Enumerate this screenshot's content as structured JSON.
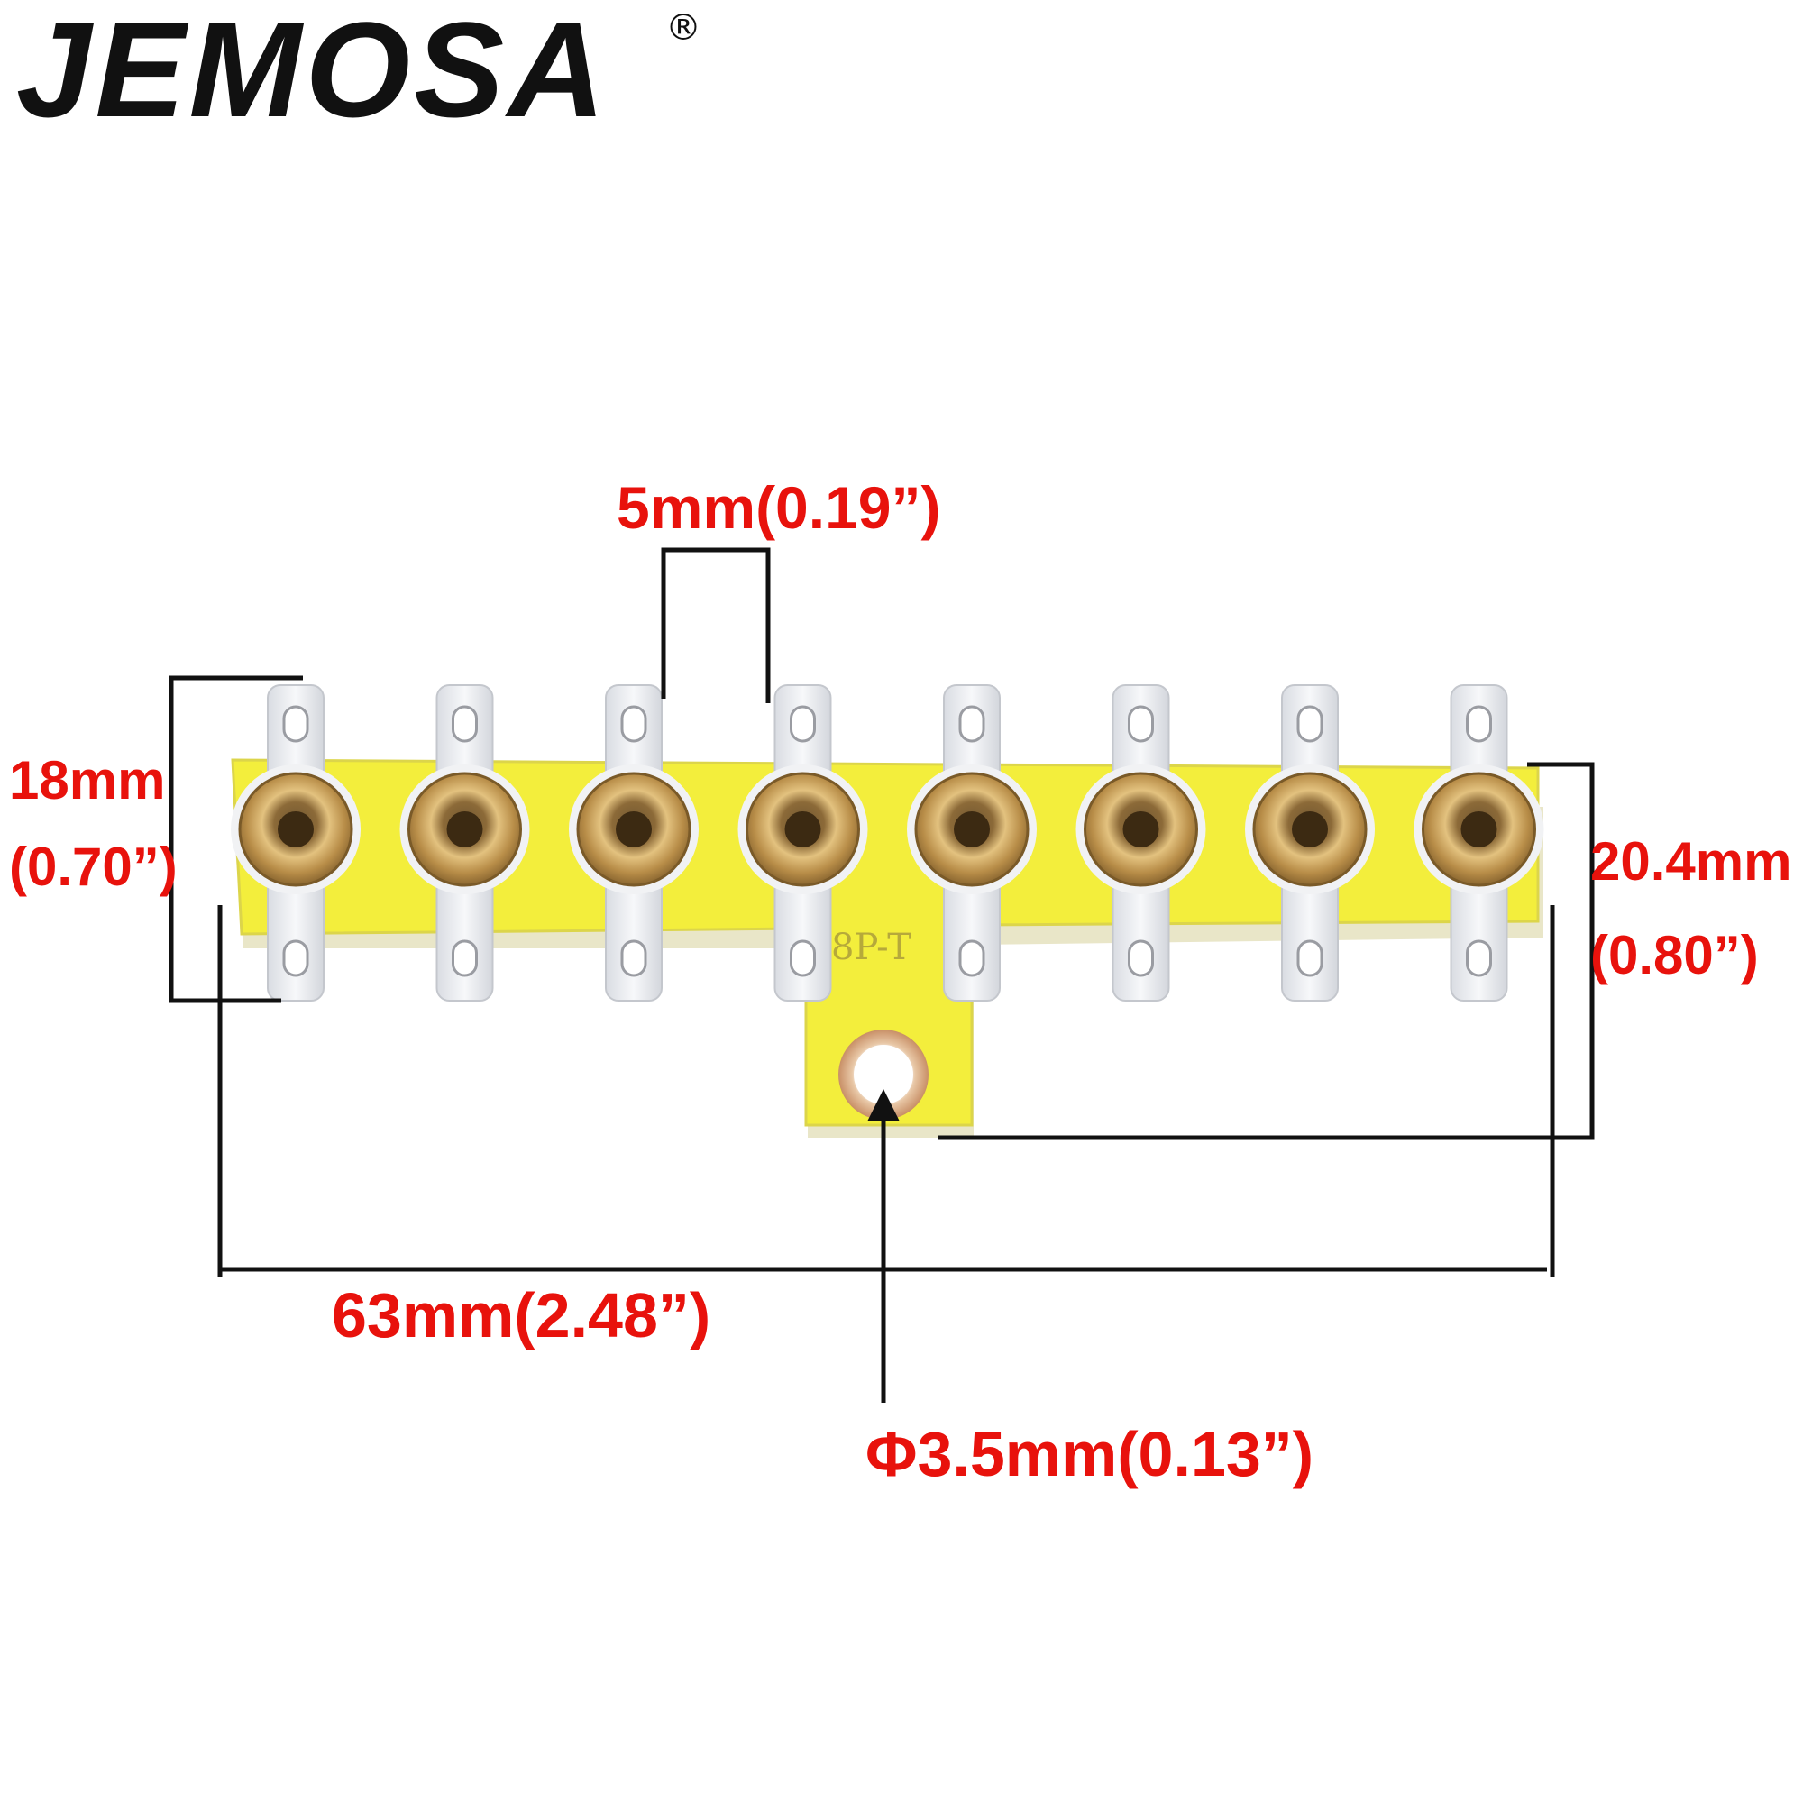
{
  "brand": {
    "name": "JEMOSA",
    "registered_mark": "®"
  },
  "dimensions": {
    "pin_spacing": "5mm(0.19”)",
    "tab_height_mm": "18mm",
    "tab_height_in": "(0.70”)",
    "board_height_mm": "20.4mm",
    "board_height_in": "(0.80”)",
    "length": "63mm(2.48”)",
    "hole_diameter": "Φ3.5mm(0.13”)"
  },
  "board": {
    "marking": "8P-T",
    "pin_count": 8
  },
  "colors": {
    "dimension_text": "#e8120c",
    "board": "#f4ef3a",
    "board_shadow": "#d8d24a",
    "tab": "#eceef2",
    "brass": "#c9a25a",
    "line": "#111111"
  }
}
